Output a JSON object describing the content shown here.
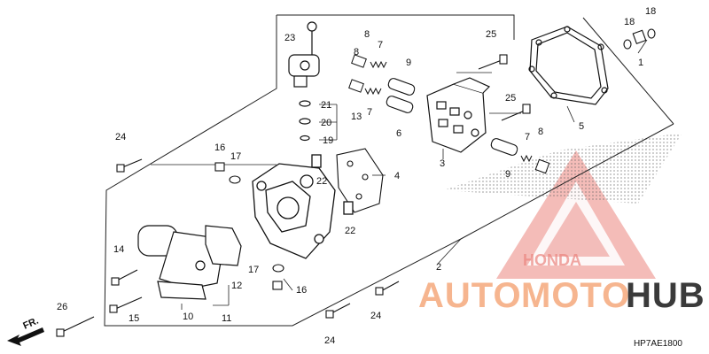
{
  "diagram": {
    "code": "HP7AE1800",
    "direction_label": "FR.",
    "watermark": {
      "text_auto": "AUTO",
      "text_moto": "MOTO",
      "text_hub": "HUB",
      "brand": "HONDA",
      "color_main": "#f6b58f",
      "color_hub": "#3a3a3a",
      "color_logo": "#e8766f"
    },
    "callouts": {
      "c1": "1",
      "c2": "2",
      "c3": "3",
      "c4": "4",
      "c5": "5",
      "c6": "6",
      "c7a": "7",
      "c7b": "7",
      "c7c": "7",
      "c8a": "8",
      "c8b": "8",
      "c8c": "8",
      "c9a": "9",
      "c9b": "9",
      "c10": "10",
      "c11": "11",
      "c12": "12",
      "c13": "13",
      "c14": "14",
      "c15": "15",
      "c16a": "16",
      "c16b": "16",
      "c17a": "17",
      "c17b": "17",
      "c18a": "18",
      "c18b": "18",
      "c19": "19",
      "c20": "20",
      "c21": "21",
      "c22a": "22",
      "c22b": "22",
      "c23": "23",
      "c24a": "24",
      "c24b": "24",
      "c24c": "24",
      "c25a": "25",
      "c25b": "25",
      "c26": "26"
    }
  }
}
